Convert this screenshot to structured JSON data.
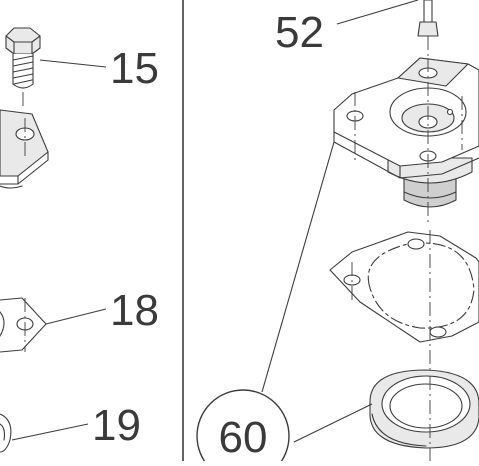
{
  "callouts": {
    "c15": "15",
    "c18": "18",
    "c19": "19",
    "c52": "52",
    "c60": "60"
  },
  "colors": {
    "line": "#3c3c3c",
    "text": "#3a3a3a",
    "fill_light": "#e9e9e9",
    "fill_dark": "#cfcfcf"
  }
}
